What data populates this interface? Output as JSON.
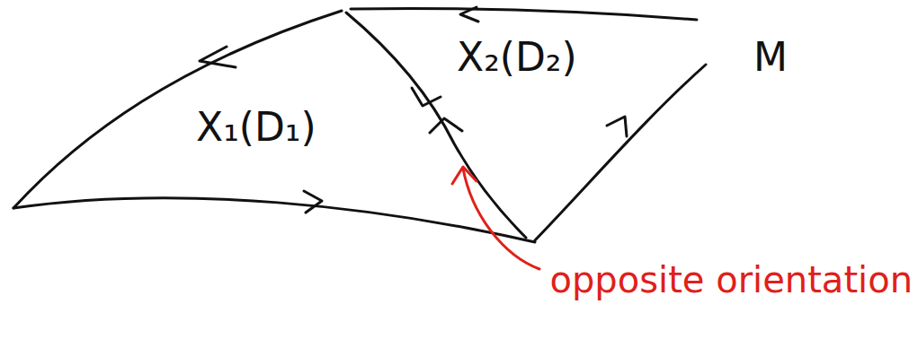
{
  "diagram": {
    "labels": [
      "X₁(D₁)",
      "X₂(D₂)",
      "M",
      "opposite orientation"
    ]
  }
}
